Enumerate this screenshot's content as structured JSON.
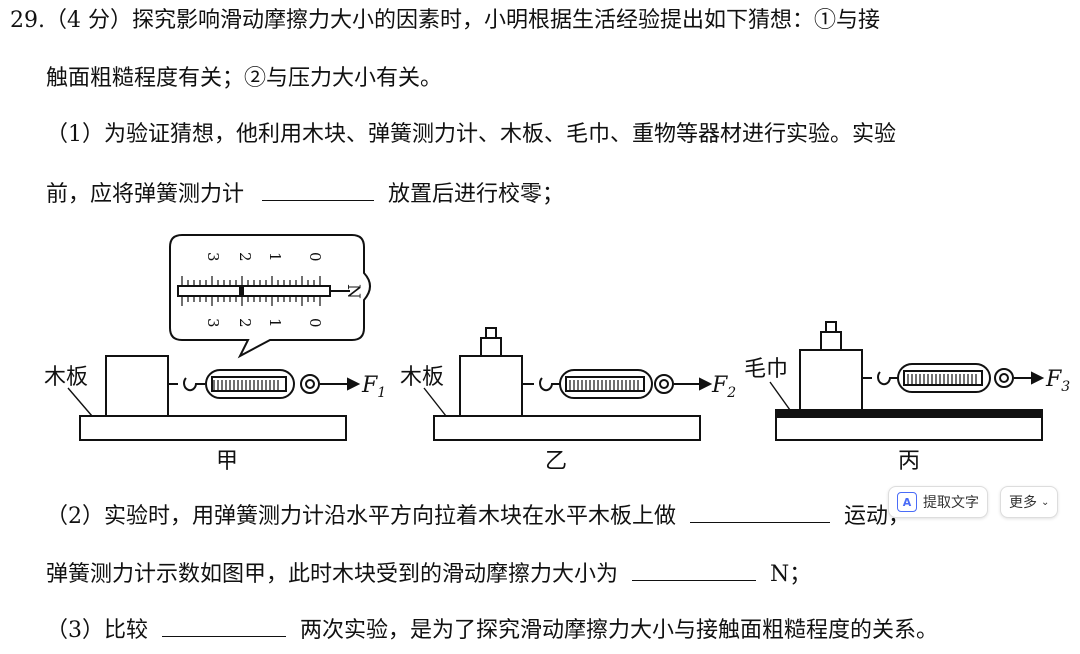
{
  "question": {
    "line1": "29.（4 分）探究影响滑动摩擦力大小的因素时，小明根据生活经验提出如下猜想：①与接",
    "line2": "触面粗糙程度有关；②与压力大小有关。",
    "line3": "（1）为验证猜想，他利用木块、弹簧测力计、木板、毛巾、重物等器材进行实验。实验",
    "line4_pre": "前，应将弹簧测力计",
    "line4_post": "放置后进行校零；",
    "line5_pre": "（2）实验时，用弹簧测力计沿水平方向拉着木块在水平木板上做",
    "line5_post": "运动，",
    "line6_pre": "弹簧测力计示数如图甲，此时木块受到的滑动摩擦力大小为",
    "line6_post": "N；",
    "line7_pre": "（3）比较",
    "line7_post": "两次实验，是为了探究滑动摩擦力大小与接触面粗糙程度的关系。"
  },
  "figure": {
    "labels": {
      "board_a": "木板",
      "board_b": "木板",
      "towel": "毛巾",
      "caption_a": "甲",
      "caption_b": "乙",
      "caption_c": "丙",
      "f1": "F",
      "f1_sub": "1",
      "f2": "F",
      "f2_sub": "2",
      "f3": "F",
      "f3_sub": "3",
      "unit": "N"
    },
    "dial_ticks": [
      "0",
      "1",
      "2",
      "3"
    ]
  },
  "toolbar": {
    "extract_label": "提取文字",
    "more_label": "更多"
  }
}
